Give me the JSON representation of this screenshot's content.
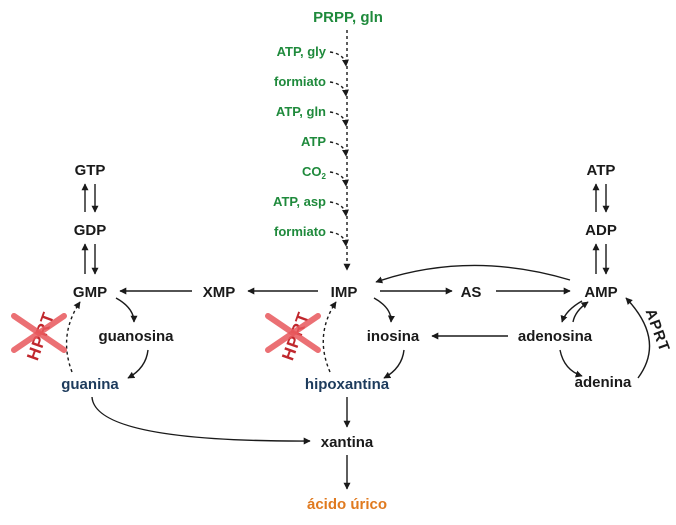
{
  "colors": {
    "substrate_green": "#1f8a3c",
    "base_blue": "#1d3b5c",
    "product_orange": "#e07a1f",
    "hprt_red": "#c0272d",
    "cross_red": "#e8585c"
  },
  "top": {
    "start": "PRPP, gln",
    "inputs": [
      "ATP, gly",
      "formiato",
      "ATP, gln",
      "ATP",
      "CO",
      "ATP, asp",
      "formiato"
    ],
    "co2_subscript": "2"
  },
  "nodes": {
    "gtp": "GTP",
    "gdp": "GDP",
    "gmp": "GMP",
    "xmp": "XMP",
    "imp": "IMP",
    "as": "AS",
    "amp": "AMP",
    "adp": "ADP",
    "atp": "ATP",
    "guanosina": "guanosina",
    "guanina": "guanina",
    "inosina": "inosina",
    "hipoxantina": "hipoxantina",
    "adenosina": "adenosina",
    "adenina": "adenina",
    "xantina": "xantina",
    "acido_urico": "ácido úrico"
  },
  "enzymes": {
    "hprt_left": "HPRT",
    "hprt_mid": "HPRT",
    "aprt": "APRT"
  }
}
